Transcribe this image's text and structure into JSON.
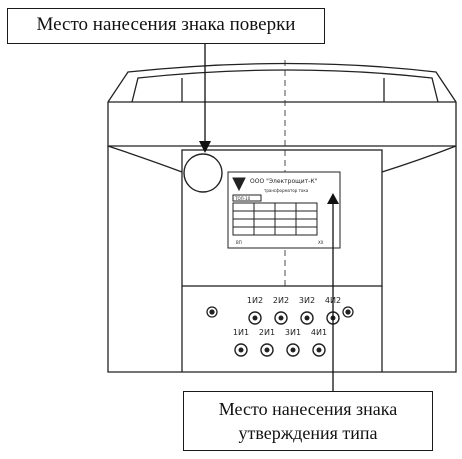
{
  "callouts": {
    "verification_mark": "Место нанесения знака поверки",
    "type_approval_mark_line1": "Место нанесения знака",
    "type_approval_mark_line2": "утверждения типа"
  },
  "nameplate": {
    "company": "ООО \"Электрощит-К\"",
    "subtitle": "трансформатор тока",
    "model": "ТОЛ-10",
    "bottom_left": "ВП",
    "bottom_right": "ХХ"
  },
  "terminals": {
    "upper": [
      "1И2",
      "2И2",
      "3И2",
      "4И2"
    ],
    "lower": [
      "1И1",
      "2И1",
      "3И1",
      "4И1"
    ]
  },
  "colors": {
    "line": "#1a1a1a",
    "paper": "#ffffff"
  }
}
